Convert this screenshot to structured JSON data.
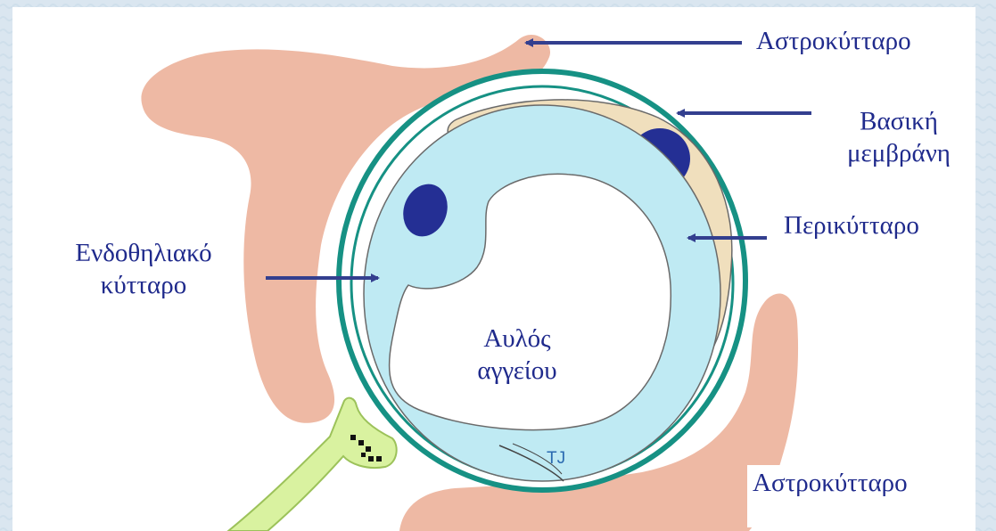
{
  "labels": {
    "astrocyte_top": "Αστροκύτταρο",
    "basement_line1": "Βασική",
    "basement_line2": "μεμβράνη",
    "pericyte": "Περικύτταρο",
    "endothelial_line1": "Ενδοθηλιακό",
    "endothelial_line2": "κύτταρο",
    "lumen_line1": "Αυλός",
    "lumen_line2": "αγγείου",
    "tight_junction": "TJ",
    "astrocyte_bottom": "Αστροκύτταρο"
  },
  "colors": {
    "background": "#d9e6f0",
    "astrocyte": "#eeb9a4",
    "basement_membrane": "#169184",
    "pericyte": "#f0dfbd",
    "endothelium": "#bfeaf3",
    "nucleus": "#242f94",
    "neuron": "#d9f2a0",
    "text": "#1f2a8c",
    "arrow": "#333f8f"
  }
}
